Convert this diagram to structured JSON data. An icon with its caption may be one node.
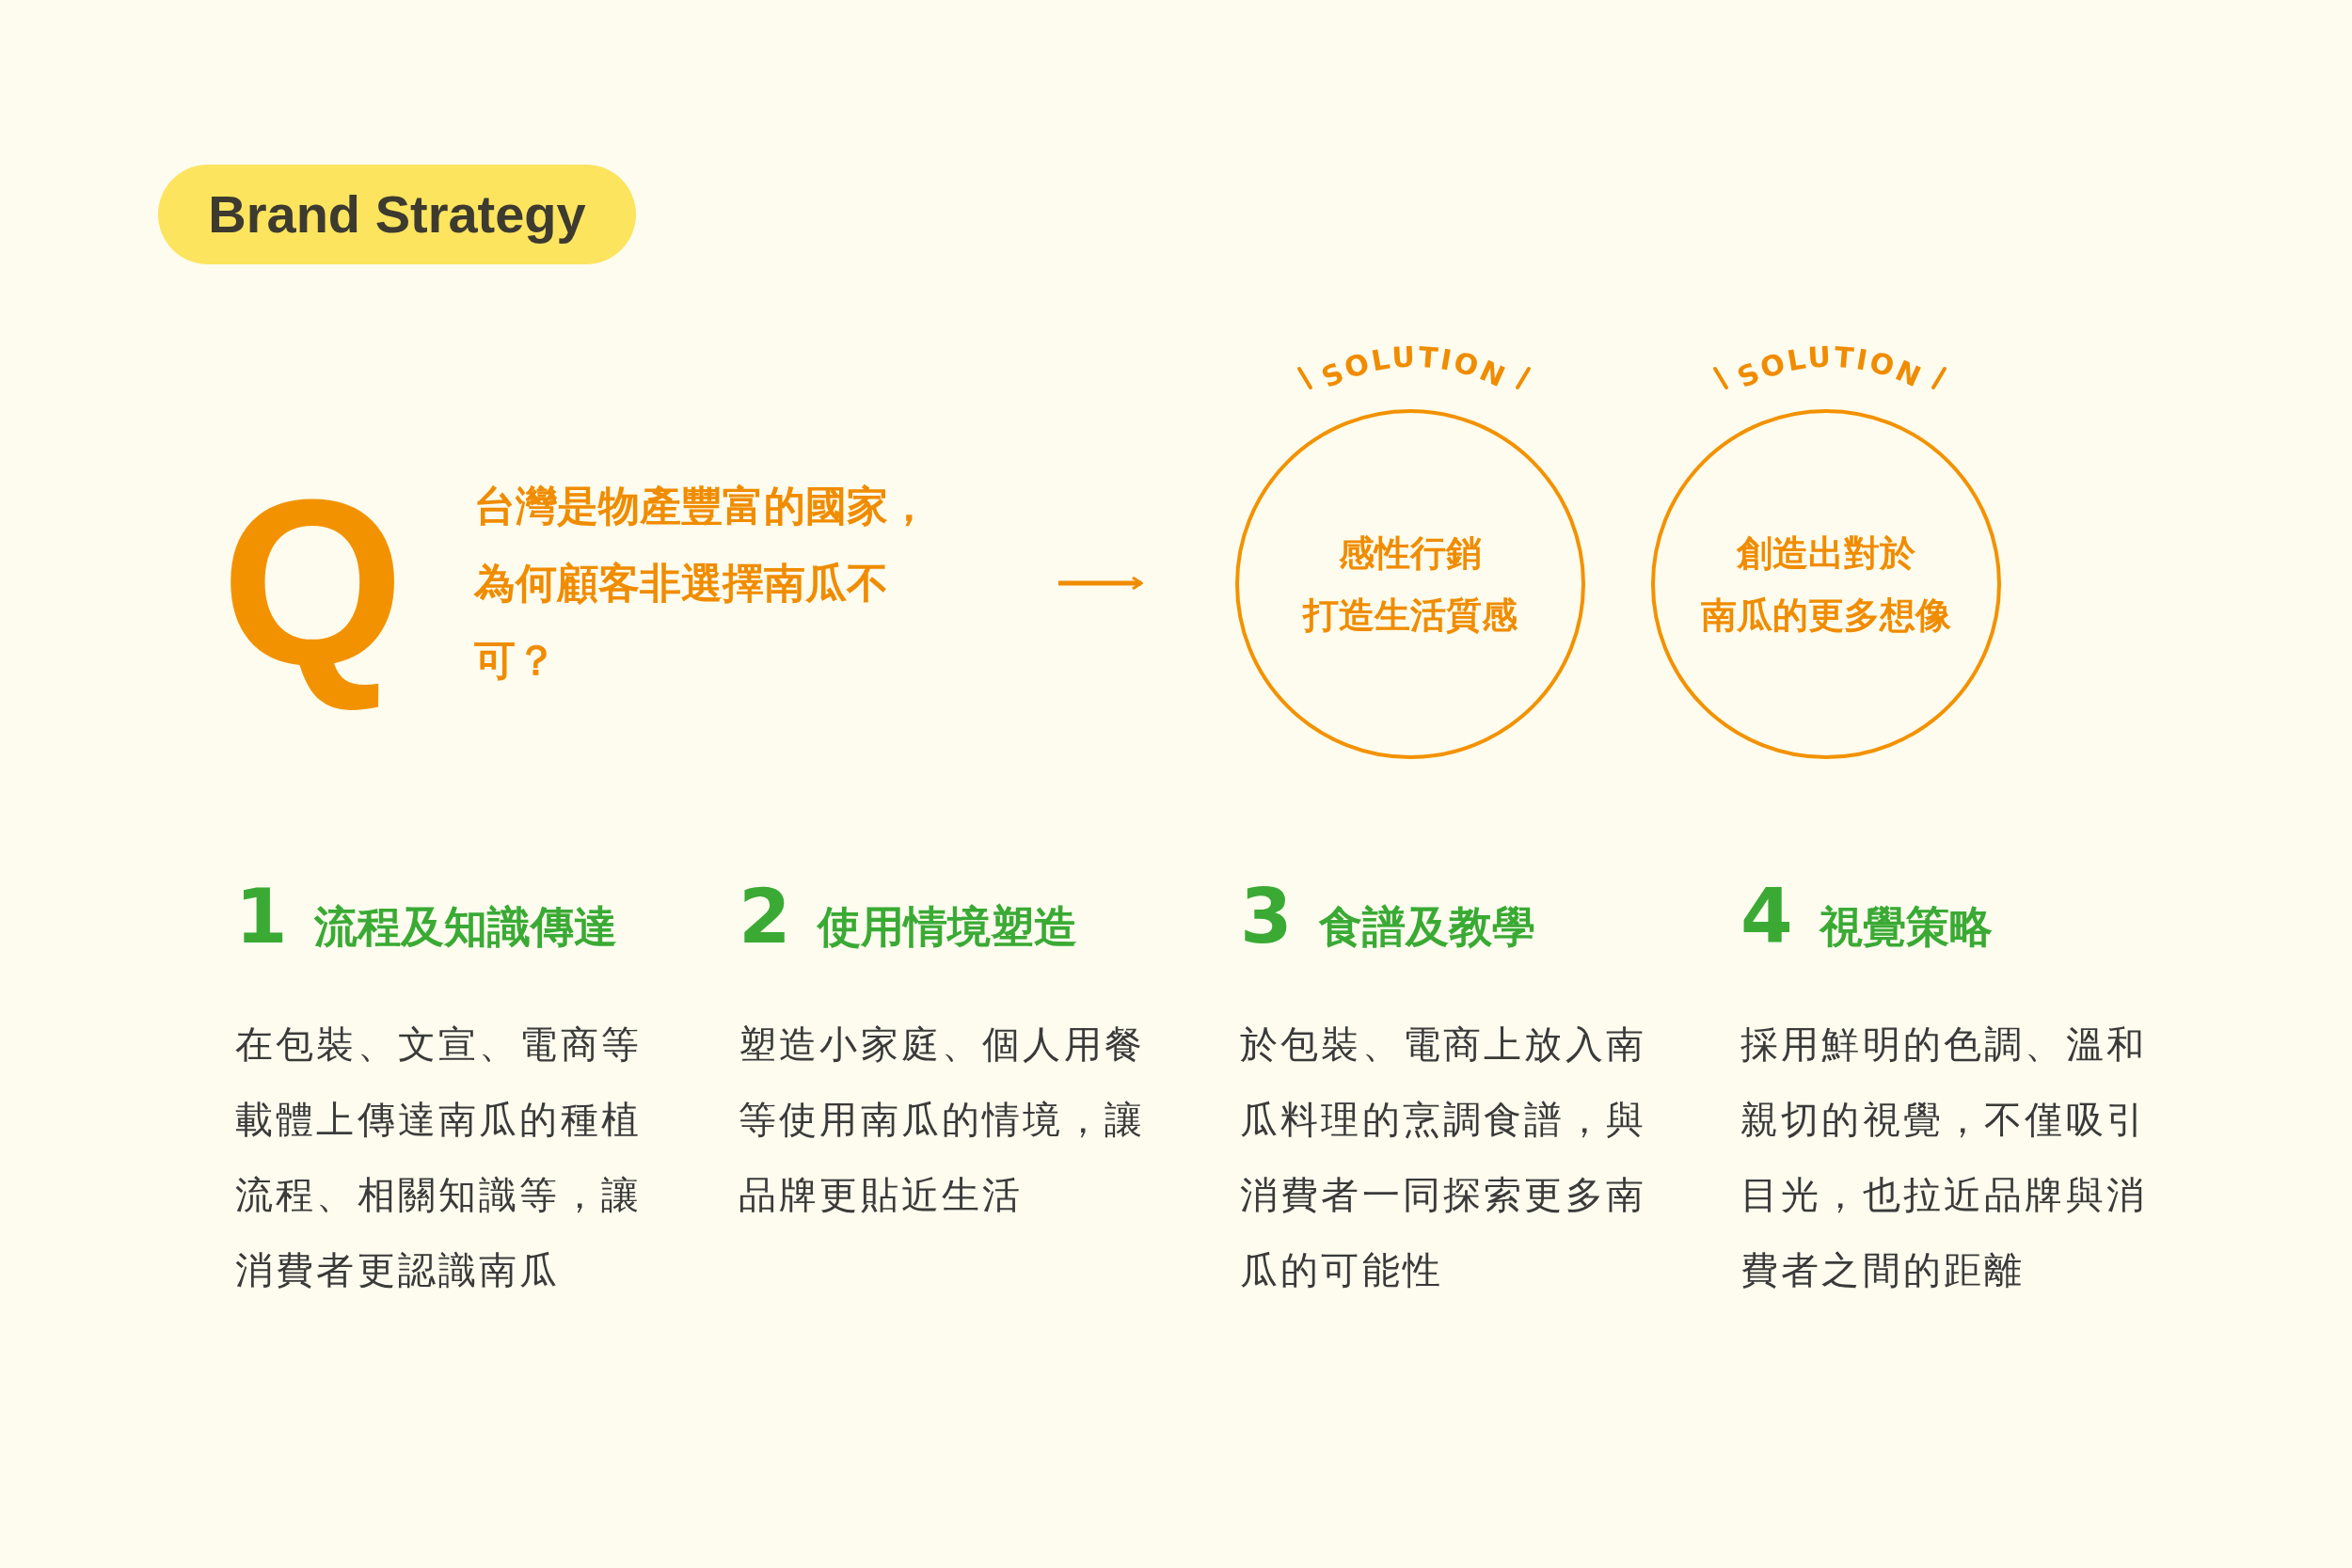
{
  "diagram": {
    "title": "Brand Strategy",
    "nodes": [
      {
        "text": [
          "Q",
          "台灣是物產豐富的國家，為何顧客非選擇南瓜不可？"
        ]
      },
      {
        "text": [
          "感性行銷",
          "打造生活質感"
        ],
        "beside": [
          "SOLUTION"
        ]
      },
      {
        "text": [
          "創造出對於",
          "南瓜的更多想像"
        ],
        "beside": [
          "SOLUTION"
        ]
      }
    ],
    "edges": [
      {
        "from": 0,
        "to": 1,
        "arrow": "to"
      }
    ],
    "labels": [
      "1",
      "流程及知識傳達",
      "在包裝、文宣、電商等載體上傳達南瓜的種植流程、相關知識等，讓消費者更認識南瓜",
      "2",
      "使用情境塑造",
      "塑造小家庭、個人用餐等使用南瓜的情境，讓品牌更貼近生活",
      "3",
      "食譜及教學",
      "於包裝、電商上放入南瓜料理的烹調食譜，與消費者一同探索更多南瓜的可能性",
      "4",
      "視覺策略",
      "採用鮮明的色調、溫和親切的視覺，不僅吸引目光，也拉近品牌與消費者之間的距離"
    ]
  }
}
